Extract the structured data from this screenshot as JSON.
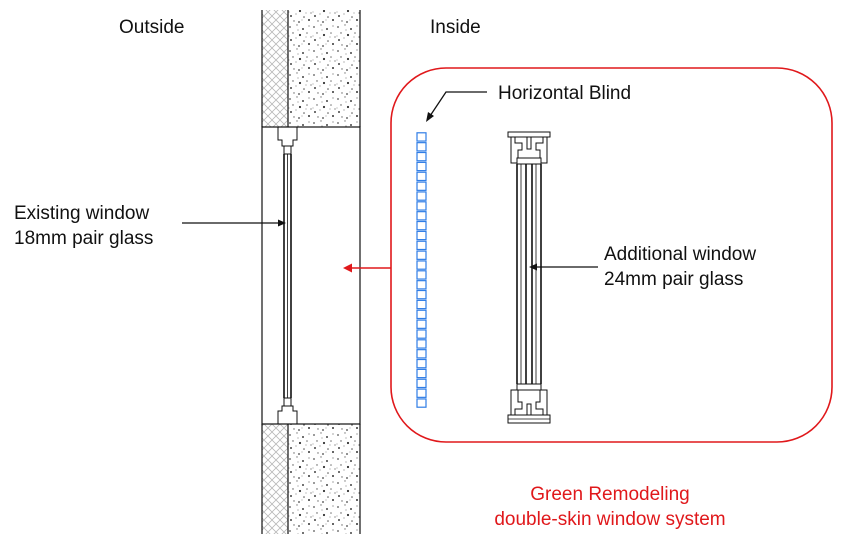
{
  "labels": {
    "outside": "Outside",
    "inside": "Inside",
    "horizontal_blind": "Horizontal Blind",
    "existing_window_line1": "Existing window",
    "existing_window_line2": "18mm pair glass",
    "additional_window_line1": "Additional window",
    "additional_window_line2": "24mm pair glass",
    "caption_line1": "Green Remodeling",
    "caption_line2": "double-skin window system"
  },
  "colors": {
    "line": "#111111",
    "accent_red": "#e0181b",
    "blind_blue": "#2f7de6"
  }
}
